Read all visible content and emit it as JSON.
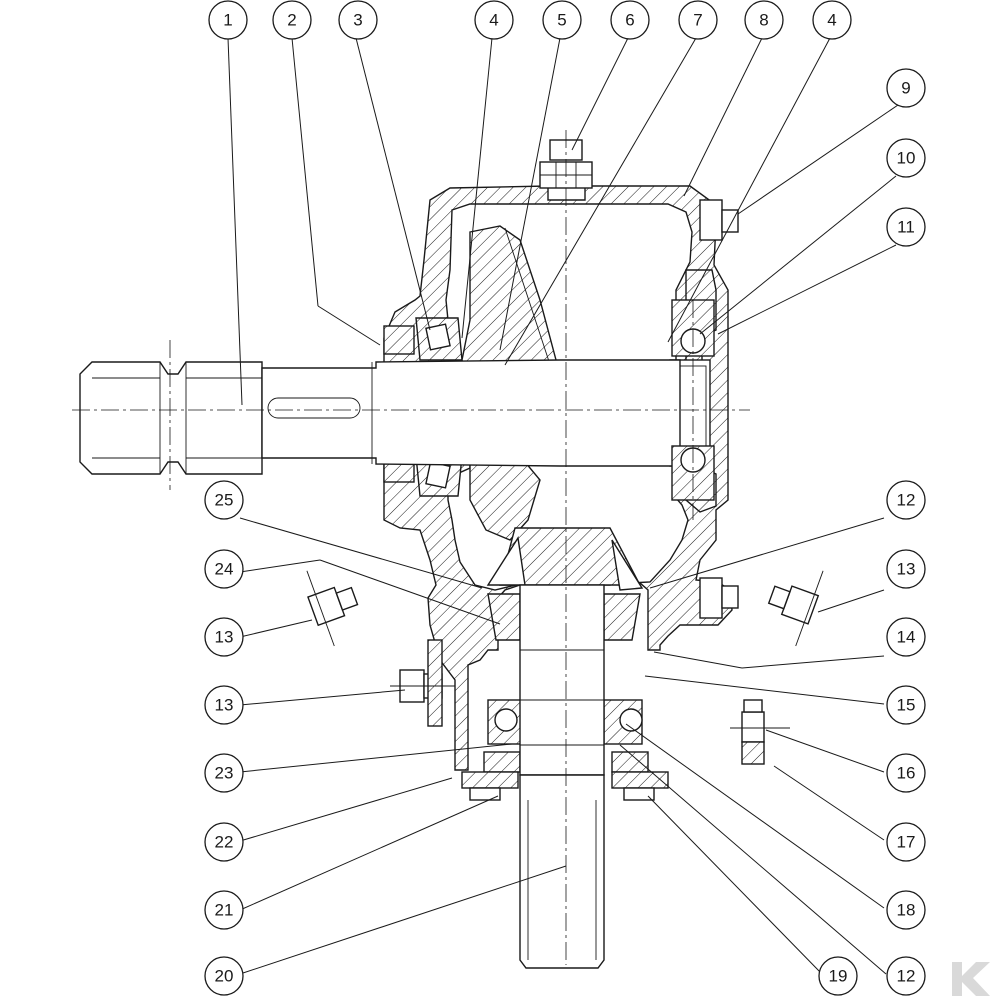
{
  "diagram": {
    "callouts": [
      {
        "id": "c1",
        "label": "1"
      },
      {
        "id": "c2",
        "label": "2"
      },
      {
        "id": "c3",
        "label": "3"
      },
      {
        "id": "c4a",
        "label": "4"
      },
      {
        "id": "c5",
        "label": "5"
      },
      {
        "id": "c6",
        "label": "6"
      },
      {
        "id": "c7",
        "label": "7"
      },
      {
        "id": "c8",
        "label": "8"
      },
      {
        "id": "c4b",
        "label": "4"
      },
      {
        "id": "c9",
        "label": "9"
      },
      {
        "id": "c10",
        "label": "10"
      },
      {
        "id": "c11",
        "label": "11"
      },
      {
        "id": "c25",
        "label": "25"
      },
      {
        "id": "c12a",
        "label": "12"
      },
      {
        "id": "c24",
        "label": "24"
      },
      {
        "id": "c13a",
        "label": "13"
      },
      {
        "id": "c13b",
        "label": "13"
      },
      {
        "id": "c14",
        "label": "14"
      },
      {
        "id": "c13c",
        "label": "13"
      },
      {
        "id": "c15",
        "label": "15"
      },
      {
        "id": "c23",
        "label": "23"
      },
      {
        "id": "c16",
        "label": "16"
      },
      {
        "id": "c22",
        "label": "22"
      },
      {
        "id": "c17",
        "label": "17"
      },
      {
        "id": "c21",
        "label": "21"
      },
      {
        "id": "c18",
        "label": "18"
      },
      {
        "id": "c20",
        "label": "20"
      },
      {
        "id": "c19",
        "label": "19"
      },
      {
        "id": "c12b",
        "label": "12"
      }
    ],
    "colors": {
      "line": "#1a1a1a",
      "background": "#ffffff",
      "watermark": "#d9d9d9"
    },
    "watermark_icon": "k-logo-icon"
  }
}
